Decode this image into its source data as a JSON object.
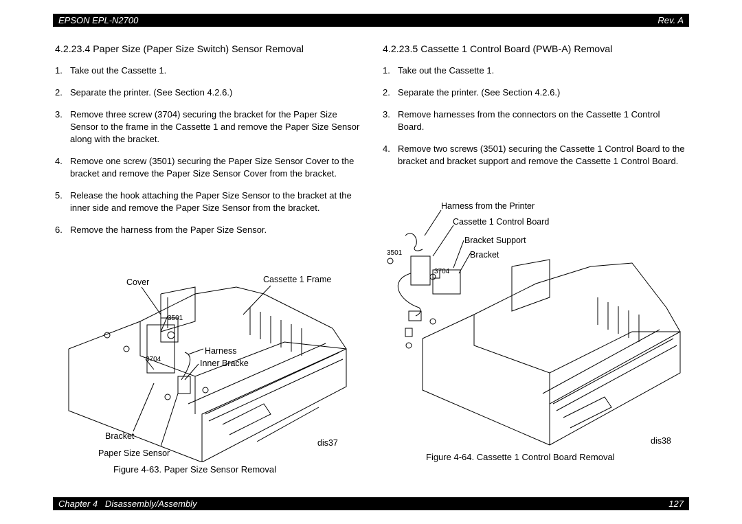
{
  "header": {
    "title": "EPSON EPL-N2700",
    "revision": "Rev. A"
  },
  "footer": {
    "chapter": "Chapter 4   Disassembly/Assembly",
    "page": "127"
  },
  "left": {
    "heading": "4.2.23.4  Paper Size (Paper Size Switch) Sensor Removal",
    "steps": [
      {
        "num": "1.",
        "text": "Take out the Cassette 1."
      },
      {
        "num": "2.",
        "text": "Separate the printer. (See Section 4.2.6.)"
      },
      {
        "num": "3.",
        "text": "Remove three screw (3704) securing the bracket for the Paper Size Sensor to the frame in the Cassette 1 and remove the Paper Size Sensor along with the bracket."
      },
      {
        "num": "4.",
        "text": "Remove one screw (3501) securing the Paper Size Sensor Cover to the bracket and remove the Paper Size Sensor Cover from the bracket."
      },
      {
        "num": "5.",
        "text": "Release the hook attaching the Paper Size Sensor to the bracket at the inner side and remove the Paper Size Sensor from the bracket."
      },
      {
        "num": "6.",
        "text": "Remove the harness from the Paper Size Sensor."
      }
    ],
    "figure": {
      "labels": {
        "cover": "Cover",
        "cassette_frame": "Cassette 1 Frame",
        "s3501": "3501",
        "harness": "Harness",
        "s3704": "3704",
        "inner_bracket": "Inner Bracke",
        "bracket": "Bracket",
        "paper_size_sensor": "Paper Size Sensor",
        "dis": "dis37"
      },
      "caption": "Figure 4-63.  Paper Size Sensor Removal"
    }
  },
  "right": {
    "heading": "4.2.23.5  Cassette 1 Control Board (PWB-A) Removal",
    "steps": [
      {
        "num": "1.",
        "text": "Take out the Cassette 1."
      },
      {
        "num": "2.",
        "text": "Separate the printer. (See Section 4.2.6.)"
      },
      {
        "num": "3.",
        "text": "Remove harnesses from the connectors on the Cassette 1 Control Board."
      },
      {
        "num": "4.",
        "text": "Remove two screws (3501) securing the Cassette 1 Control Board to the bracket and bracket support and remove the Cassette 1 Control Board."
      }
    ],
    "figure": {
      "labels": {
        "harness_printer": "Harness from the Printer",
        "control_board": "Cassette 1 Control Board",
        "bracket_support": "Bracket Support",
        "s3501": "3501",
        "bracket": "Bracket",
        "s3704": "3704",
        "dis": "dis38"
      },
      "caption": "Figure 4-64.  Cassette 1 Control Board Removal"
    }
  }
}
